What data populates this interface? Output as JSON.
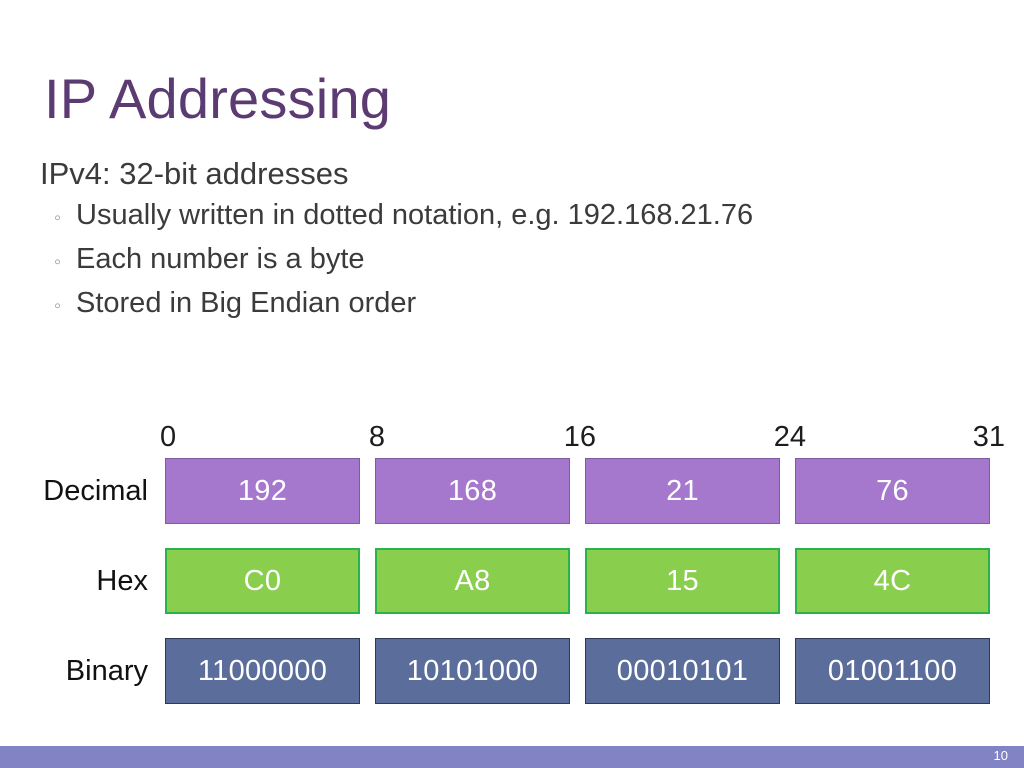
{
  "slide": {
    "title": "IP Addressing",
    "page_number": "10",
    "accent_color": "#5c3a72",
    "footer_color": "#8183c4"
  },
  "body": {
    "heading": "IPv4: 32-bit addresses",
    "bullet_marker": "◦",
    "bullets": [
      "Usually written in dotted notation, e.g. 192.168.21.76",
      "Each number is a byte",
      "Stored in Big Endian order"
    ]
  },
  "bit_ruler": {
    "ticks": [
      "0",
      "8",
      "16",
      "24",
      "31"
    ]
  },
  "byte_table": {
    "rows": [
      {
        "label": "Decimal",
        "style": "decimal",
        "fill": "#a578ce",
        "border": "#7b5ea1",
        "values": [
          "192",
          "168",
          "21",
          "76"
        ]
      },
      {
        "label": "Hex",
        "style": "hex",
        "fill": "#8ace4e",
        "border": "#2bb24c",
        "values": [
          "C0",
          "A8",
          "15",
          "4C"
        ]
      },
      {
        "label": "Binary",
        "style": "binary",
        "fill": "#5b6d9b",
        "border": "#2e3a56",
        "values": [
          "11000000",
          "10101000",
          "00010101",
          "01001100"
        ]
      }
    ]
  }
}
